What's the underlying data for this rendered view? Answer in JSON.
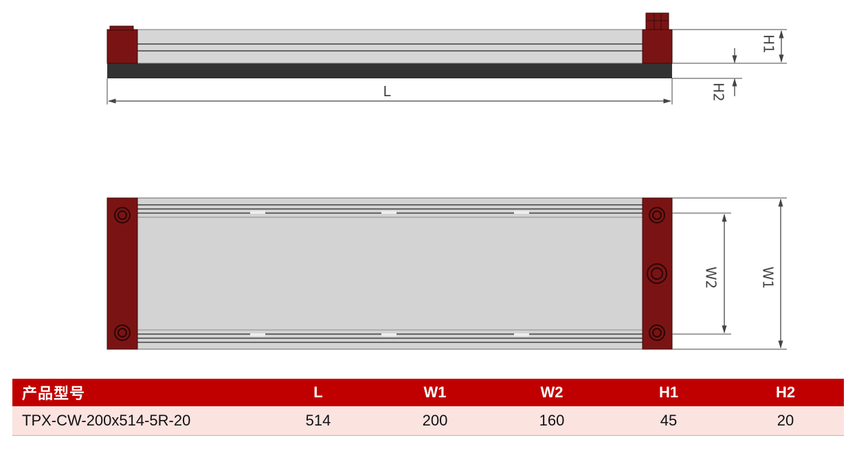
{
  "drawing": {
    "labels": {
      "L": "L",
      "H1": "H1",
      "H2": "H2",
      "W1": "W1",
      "W2": "W2"
    },
    "colors": {
      "end_block": "#7a1414",
      "rail": "#d3d3d3",
      "base": "#333333",
      "line": "#444444"
    }
  },
  "table": {
    "header_color": "#c00000",
    "row_color": "#fbe3e0",
    "headers": [
      "产品型号",
      "L",
      "W1",
      "W2",
      "H1",
      "H2"
    ],
    "rows": [
      [
        "TPX-CW-200x514-5R-20",
        "514",
        "200",
        "160",
        "45",
        "20"
      ]
    ]
  }
}
